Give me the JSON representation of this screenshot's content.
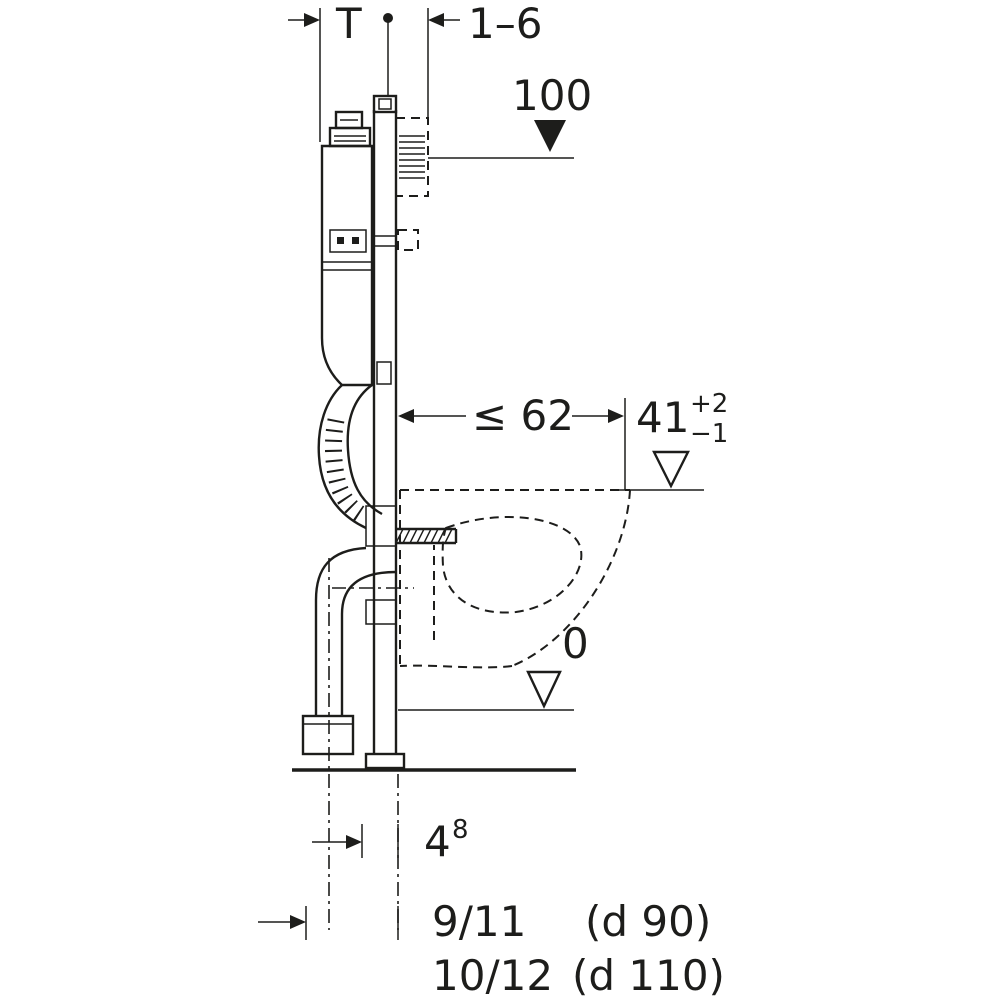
{
  "page": {
    "background": "#ffffff",
    "line_color": "#1d1d1b"
  },
  "labels": {
    "wall_thickness": "T",
    "plate_distance_range": "1–6",
    "level_top": "100",
    "max_depth": "≤ 62",
    "bowl_height": "41",
    "bowl_height_tol_plus": "+2",
    "bowl_height_tol_minus": "−1",
    "level_floor": "0",
    "outlet_offset": "4",
    "outlet_offset_alt": "8",
    "drain_height_d90": "9/11",
    "drain_note_d90": "(d 90)",
    "drain_height_d110": "10/12",
    "drain_note_d110": "(d 110)"
  }
}
